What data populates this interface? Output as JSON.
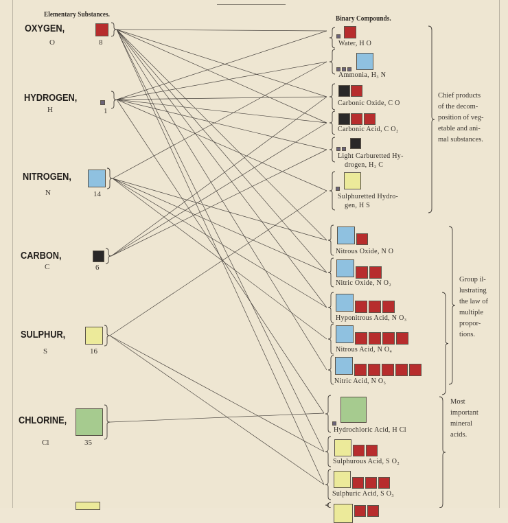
{
  "headers": {
    "elementary": "Elementary Substances.",
    "binary": "Binary Compounds."
  },
  "colors": {
    "oxygen": "#b72d2d",
    "hydrogen": "#6a6378",
    "nitrogen": "#8fc1e0",
    "carbon": "#2a2828",
    "sulphur": "#ecea9a",
    "chlorine": "#a6cb8f"
  },
  "elements": [
    {
      "name": "OXYGEN,",
      "symbol": "O",
      "weight": "8"
    },
    {
      "name": "HYDROGEN,",
      "symbol": "H",
      "weight": "1"
    },
    {
      "name": "NITROGEN,",
      "symbol": "N",
      "weight": "14"
    },
    {
      "name": "CARBON,",
      "symbol": "C",
      "weight": "6"
    },
    {
      "name": "SULPHUR,",
      "symbol": "S",
      "weight": "16"
    },
    {
      "name": "CHLORINE,",
      "symbol": "Cl",
      "weight": "35"
    }
  ],
  "compounds": [
    {
      "label": "Water, H O"
    },
    {
      "label": "Ammonia, H₃ N"
    },
    {
      "label": "Carbonic Oxide, C O"
    },
    {
      "label": "Carbonic Acid, C O₂"
    },
    {
      "label": "Light Carburetted Hy-",
      "label2": "drogen, H₂ C"
    },
    {
      "label": "Sulphuretted Hydro-",
      "label2": "gen, H S"
    },
    {
      "label": "Nitrous Oxide, N O"
    },
    {
      "label": "Nitric Oxide, N O₂"
    },
    {
      "label": "Hyponitrous Acid, N O₃"
    },
    {
      "label": "Nitrous Acid, N O₄"
    },
    {
      "label": "Nitric Acid, N O₅"
    },
    {
      "label": "Hydrochloric Acid, H Cl"
    },
    {
      "label": "Sulphurous Acid, S O₂"
    },
    {
      "label": "Sulphuric Acid, S O₃"
    }
  ],
  "notes": {
    "chief": [
      "Chief products",
      "of the decom-",
      "position of veg-",
      "etable and ani-",
      "mal substances."
    ],
    "group": [
      "Group il-",
      "lustrating",
      "the law of",
      "multiple",
      "propor-",
      "tions."
    ],
    "mineral": [
      "Most",
      "important",
      "mineral",
      "acids."
    ]
  }
}
